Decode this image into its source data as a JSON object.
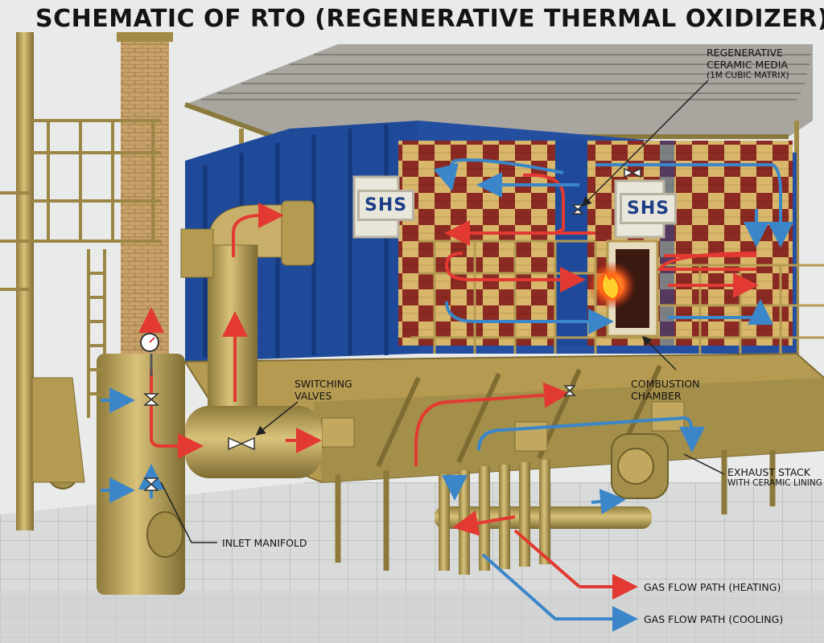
{
  "title": "SCHEMATIC OF RTO (REGENERATIVE THERMAL OXIDIZER)",
  "brand": "SHS",
  "colors": {
    "shell_blue": "#1f4a99",
    "steel_tan": "#b59b52",
    "brick": "#8a2a22",
    "ceramic_tan": "#d8b66a",
    "hot_flow": "#e23a32",
    "cool_flow": "#3a86c8"
  },
  "labels": {
    "ceramic_media": [
      "REGENERATIVE",
      "CERAMIC MEDIA",
      "(1M CUBIC MATRIX)"
    ],
    "switching_valves": [
      "SWITCHING",
      "VALVES"
    ],
    "combustion_chamber": [
      "COMBUSTION",
      "CHAMBER"
    ],
    "exhaust_stack": "EXHAUST STACK",
    "exhaust_sub": "WITH CERAMIC LINING",
    "inlet_manifold": "INLET MANIFOLD"
  },
  "legend": {
    "heating": "GAS FLOW PATH (HEATING)",
    "cooling": "GAS FLOW PATH (COOLING)"
  },
  "icons": [
    "flame-icon",
    "pressure-gauge-icon",
    "valve-icon",
    "flow-arrow-icon"
  ]
}
